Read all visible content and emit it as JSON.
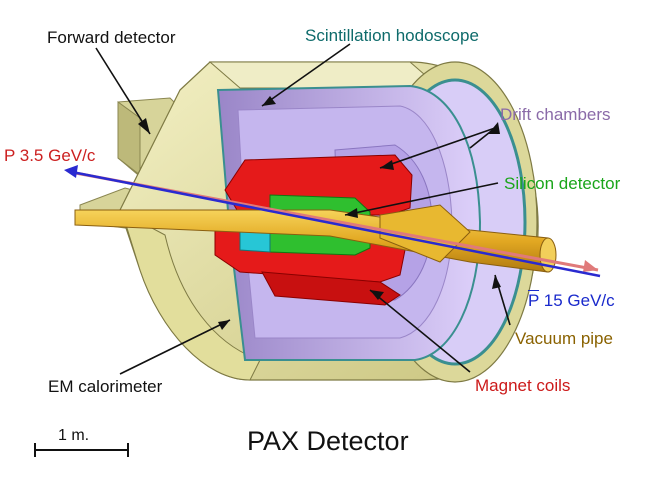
{
  "title": "PAX Detector",
  "scale_bar": {
    "label": "1 m."
  },
  "labels": {
    "forward_detector": {
      "text": "Forward detector",
      "color": "#111111"
    },
    "scintillation_hodoscope": {
      "text": "Scintillation hodoscope",
      "color": "#0e6b6b"
    },
    "drift_chambers": {
      "text": "Drift chambers",
      "color": "#8a6aa8"
    },
    "proton_beam": {
      "text": "P 3.5 GeV/c",
      "color": "#cc2020"
    },
    "silicon_detector": {
      "text": "Silicon detector",
      "color": "#1aa51a"
    },
    "antiproton_beam": {
      "prefix": "P",
      "text": " 15 GeV/c",
      "color": "#1a2acc"
    },
    "vacuum_pipe": {
      "text": "Vacuum pipe",
      "color": "#8a6200"
    },
    "em_calorimeter": {
      "text": "EM calorimeter",
      "color": "#111111"
    },
    "magnet_coils": {
      "text": "Magnet coils",
      "color": "#cc1a1a"
    }
  },
  "colors": {
    "calorimeter": "#e6e3a8",
    "hodoscope": "#8ecfd0",
    "drift_chamber": "#c8b8ee",
    "magnet": "#e51a1a",
    "silicon": "#2fbf2f",
    "vacuum_pipe": "#e5b52a",
    "proton_beam": "#e07070",
    "antiproton_beam": "#2a2ad0"
  }
}
